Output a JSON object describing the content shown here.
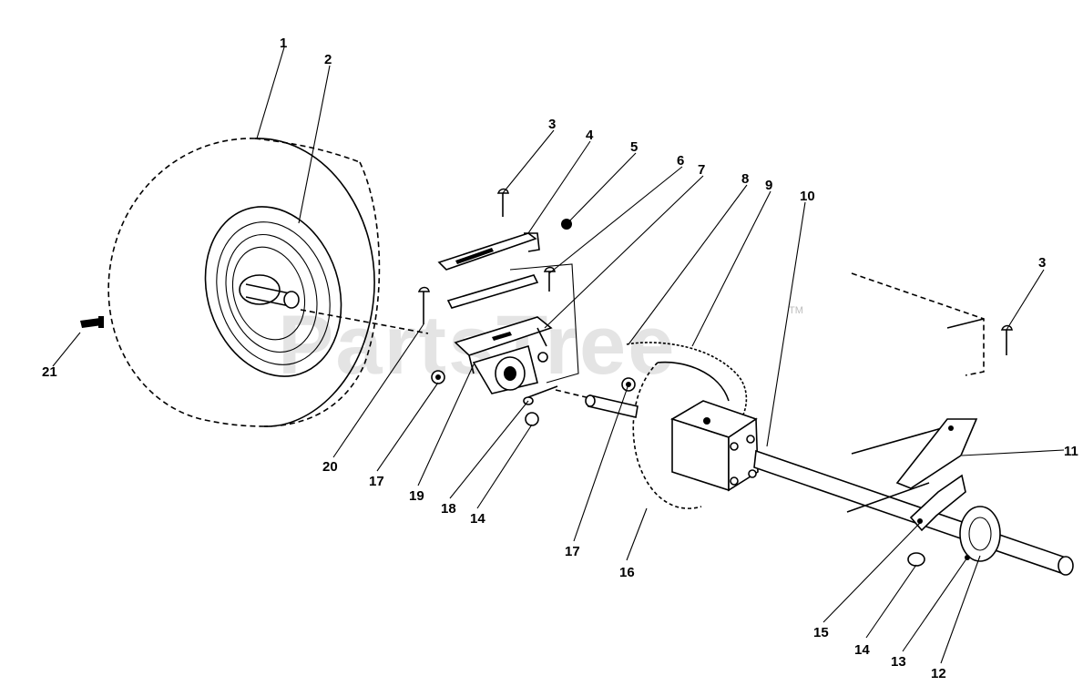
{
  "watermark": {
    "text": "PartsTree",
    "trademark": "TM"
  },
  "callouts": [
    "1",
    "2",
    "3",
    "4",
    "5",
    "6",
    "7",
    "8",
    "9",
    "10",
    "3",
    "11",
    "12",
    "13",
    "14",
    "15",
    "16",
    "17",
    "14",
    "18",
    "19",
    "17",
    "20",
    "21"
  ]
}
